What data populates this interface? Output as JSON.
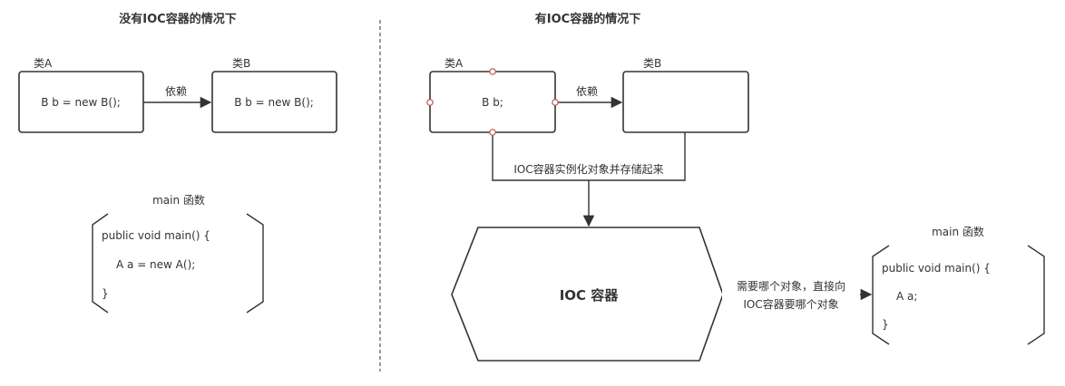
{
  "left": {
    "title": "没有IOC容器的情况下",
    "classA": {
      "name": "类A",
      "body": "B b = new B();"
    },
    "classB": {
      "name": "类B",
      "body": "B b = new B();"
    },
    "edge_label": "依赖",
    "main": {
      "title": "main 函数",
      "lines": [
        "public void main() {",
        "A a = new A();",
        "}"
      ]
    }
  },
  "right": {
    "title": "有IOC容器的情况下",
    "classA": {
      "name": "类A",
      "body": "B b;"
    },
    "classB": {
      "name": "类B",
      "body": ""
    },
    "edge_label": "依赖",
    "store_label": "IOC容器实例化对象并存储起来",
    "container_label": "IOC 容器",
    "request_label_1": "需要哪个对象，直接向",
    "request_label_2": "IOC容器要哪个对象",
    "main": {
      "title": "main 函数",
      "lines": [
        "public void main() {",
        "A a;",
        "}"
      ]
    }
  },
  "colors": {
    "stroke": "#333333",
    "connection_point": "#b85450"
  }
}
